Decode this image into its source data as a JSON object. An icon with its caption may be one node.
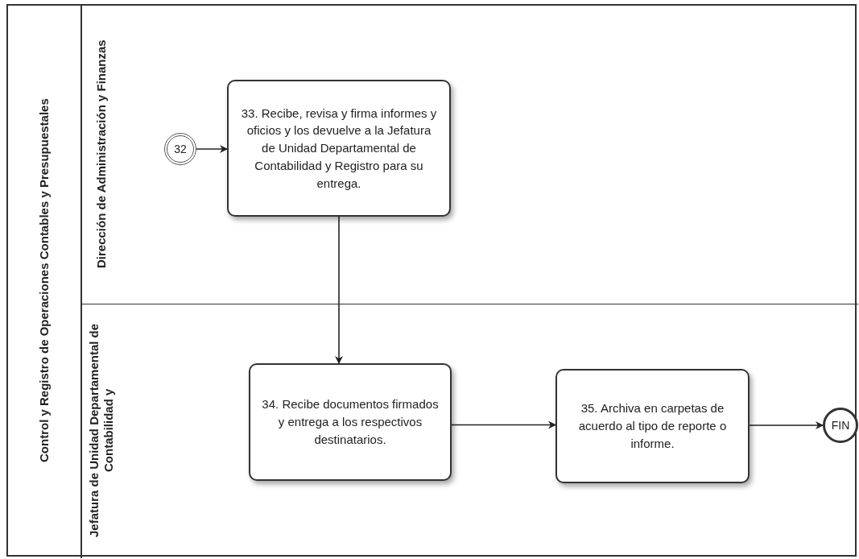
{
  "diagram": {
    "nodes": [
      {
        "text": [
          "Control y Registro de Operaciones Contables y Presupuestales"
        ]
      },
      {
        "text": [
          "Dirección de Administración y Finanzas"
        ],
        "in": 0
      },
      {
        "text": [
          "Jefatura de Unidad Departamental de Contabilidad y"
        ],
        "in": 0
      },
      {
        "text": [
          "32"
        ],
        "in": 1
      },
      {
        "text": [
          "33. Recibe, revisa y firma informes y oficios y los devuelve a la Jefatura de Unidad Departamental de Contabilidad y Registro para su entrega."
        ],
        "in": 1
      },
      {
        "text": [
          "34. Recibe documentos firmados y entrega a los respectivos destinatarios."
        ],
        "in": 2
      },
      {
        "text": [
          "35. Archiva en carpetas de acuerdo al tipo de reporte o informe."
        ],
        "in": 2
      },
      {
        "text": [
          "FIN"
        ],
        "in": 2
      }
    ],
    "edges": [
      {
        "from": 3,
        "to": 4,
        "arrow": "to"
      },
      {
        "from": 4,
        "to": 5,
        "arrow": "to"
      },
      {
        "from": 5,
        "to": 6,
        "arrow": "to"
      },
      {
        "from": 6,
        "to": 7,
        "arrow": "to"
      }
    ]
  }
}
